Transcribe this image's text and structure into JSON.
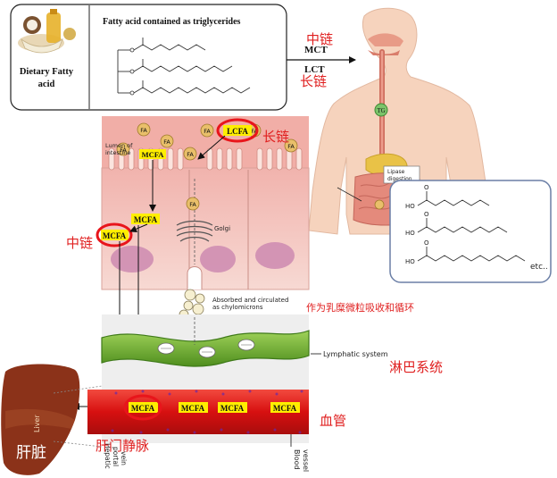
{
  "triglyceride_box": {
    "title": "Fatty acid contained as triglycerides",
    "food_label_line1": "Dietary Fatty",
    "food_label_line2": "acid"
  },
  "arrow_labels": {
    "mct": "MCT",
    "lct": "LCT",
    "medium_chain_cn": "中链",
    "long_chain_cn": "长链"
  },
  "body": {
    "tg": "TG",
    "lipase_line1": "Lipase",
    "lipase_line2": "digestion"
  },
  "inset": {
    "ho": "HO",
    "o": "O",
    "etc": "etc.."
  },
  "intestine": {
    "fa": "FA",
    "lumen_line1": "Lumen of",
    "lumen_line2": "intestine",
    "mcfa": "MCFA",
    "lcfa": "LCFA",
    "golgi": "Golgi",
    "absorbed_line1": "Absorbed and circulated",
    "absorbed_line2": "as chylomicrons",
    "long_chain_cn": "长链",
    "medium_chain_cn": "中链",
    "chylomicron_cn": "作为乳糜微粒吸收和循环"
  },
  "lymph": {
    "label": "Lymphatic system",
    "label_cn": "淋巴系统"
  },
  "blood": {
    "mcfa": "MCFA",
    "label_cn": "血管",
    "vessel_line1": "Blood",
    "vessel_line2": "vessel"
  },
  "liver": {
    "label": "Liver",
    "label_cn": "肝脏",
    "hepatic_line1": "Hepatic",
    "hepatic_line2": "portal",
    "hepatic_line3": "vein",
    "portal_vein_cn": "肝门静脉"
  },
  "colors": {
    "highlight": "#e8151b",
    "label_red": "#e02020",
    "fa_fill": "#e9bf6a",
    "mcfa_bg": "#ffee00",
    "blood": "#d91414",
    "lymph": "#6fae2f"
  }
}
